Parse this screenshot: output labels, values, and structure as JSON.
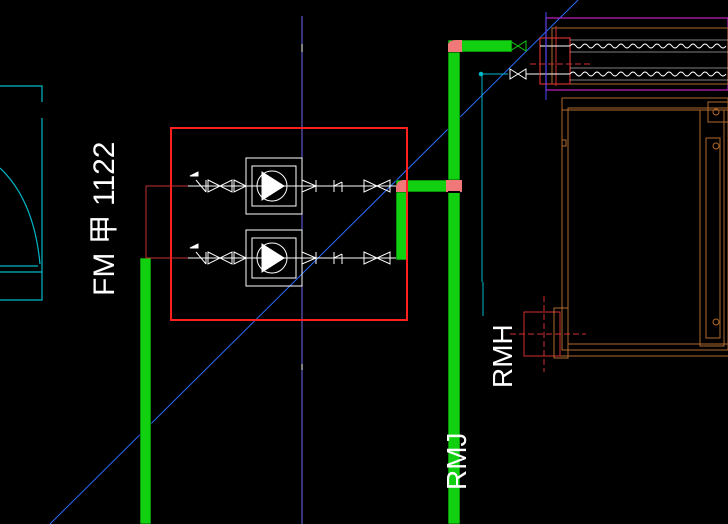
{
  "viewport": {
    "background": "#000000"
  },
  "labels": {
    "room_tag": "FM 甲 1122",
    "pipe_rmh": "RMH",
    "pipe_rmj": "RMJ"
  },
  "colors": {
    "pipe_green": "#10d010",
    "pipe_joint": "#f07878",
    "pump_box": "#ff2020",
    "wire_cyan": "#00b8c8",
    "diag_blue": "#2a6cff",
    "grid_line": "#7a7aff",
    "symbol_white": "#ffffff",
    "equipment_orange": "#b06a2c",
    "hx_magenta": "#c020c0",
    "dark_red": "#a03030"
  },
  "symbols": {
    "pump_icon": "pump-triangle-in-circle",
    "valve_icon": "gate-valve-bowtie",
    "check_valve_icon": "check-valve",
    "heat_exchanger_icon": "coil-heat-exchanger"
  }
}
